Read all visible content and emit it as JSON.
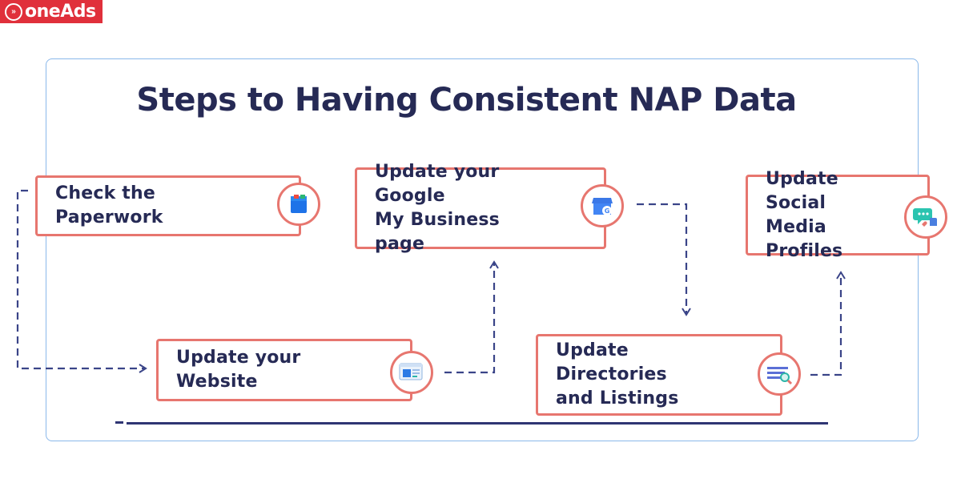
{
  "brand": {
    "name": "oneAds",
    "bg_color": "#e0303b"
  },
  "diagram": {
    "title": "Steps to Having Consistent NAP Data",
    "accent_color": "#e7766f",
    "text_color": "#262a55",
    "connector_color": "#3a4488",
    "steps": [
      {
        "label": "Check the Paperwork",
        "icon": "paperwork-icon"
      },
      {
        "label": "Update your Website",
        "icon": "website-icon"
      },
      {
        "label": "Update your Google\nMy Business page",
        "icon": "google-my-business-icon"
      },
      {
        "label": "Update Directories\nand Listings",
        "icon": "directory-search-icon"
      },
      {
        "label": "Update Social\nMedia Profiles",
        "icon": "social-media-icon"
      }
    ]
  }
}
